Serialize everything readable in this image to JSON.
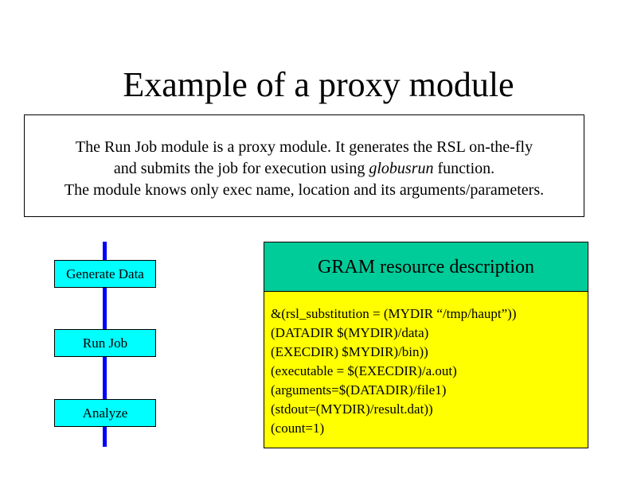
{
  "slide": {
    "title": "Example of a proxy module"
  },
  "description": {
    "line1": "The Run Job module is a proxy module. It generates the RSL on-the-fly",
    "line2_pre": "and submits the job for execution using ",
    "line2_em": "globusrun",
    "line2_post": " function.",
    "line3": "The module knows only exec name, location and its arguments/parameters."
  },
  "pipeline": {
    "modules": [
      {
        "label": "Generate Data"
      },
      {
        "label": "Run Job"
      },
      {
        "label": "Analyze"
      }
    ]
  },
  "gram": {
    "title": "GRAM resource description",
    "lines": [
      "&(rsl_substitution = (MYDIR “/tmp/haupt”))",
      "(DATADIR $(MYDIR)/data)",
      "(EXECDIR) $MYDIR)/bin))",
      "(executable = $(EXECDIR)/a.out)",
      "(arguments=$(DATADIR)/file1)",
      "(stdout=(MYDIR)/result.dat))",
      "(count=1)"
    ]
  },
  "colors": {
    "pipeline_line": "#0000ff",
    "module_fill": "#00ffff",
    "gram_header_fill": "#00cc99",
    "gram_body_fill": "#ffff00"
  }
}
